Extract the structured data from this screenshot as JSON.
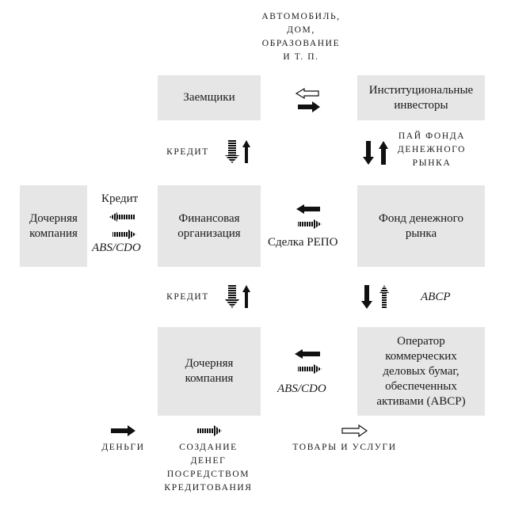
{
  "boxes": {
    "borrowers": "Заемщики",
    "institutional_investors": "Институциональные\nинвесторы",
    "subsidiary_left": "Дочерняя\nкомпания",
    "financial_org": "Финансовая\nорганизация",
    "mm_fund": "Фонд денежного\nрынка",
    "subsidiary_bottom": "Дочерняя\nкомпания",
    "abcp_operator": "Оператор\nкоммерческих\nделовых бумаг,\nобеспеченных\nактивами (ABCP)"
  },
  "labels": {
    "top_goods": "АВТОМОБИЛЬ,\nДОМ,\nОБРАЗОВАНИЕ\nИ Т. П.",
    "credit_upper": "КРЕДИТ",
    "mm_fund_share": "ПАЙ ФОНДА\nДЕНЕЖНОГО\nРЫНКА",
    "credit_left": "Кредит",
    "abs_cdo_left": "ABS/CDO",
    "repo": "Сделка РЕПО",
    "credit_lower": "КРЕДИТ",
    "abcp": "ABCP",
    "abs_cdo_bottom": "ABS/CDO"
  },
  "legend": {
    "money": "ДЕНЬГИ",
    "credit_creation": "СОЗДАНИЕ\nДЕНЕГ\nПОСРЕДСТВОМ\nКРЕДИТОВАНИЯ",
    "goods_services": "ТОВАРЫ И УСЛУГИ"
  }
}
